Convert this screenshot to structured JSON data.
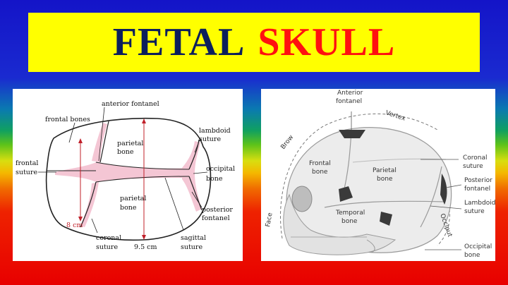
{
  "banner": {
    "title_part1": "FETAL",
    "title_part2": "SKULL"
  },
  "left_diagram": {
    "labels": {
      "frontal_bones": "frontal bones",
      "anterior_fontanel": "anterior fontanel",
      "lambdoid_1": "lambdoid",
      "lambdoid_2": "suture",
      "frontal_suture_1": "frontal",
      "frontal_suture_2": "suture",
      "parietal_top_1": "parietal",
      "parietal_top_2": "bone",
      "occipital_1": "occipital",
      "occipital_2": "bone",
      "parietal_bottom_1": "parietal",
      "parietal_bottom_2": "bone",
      "posterior_fontanel_1": "posterior",
      "posterior_fontanel_2": "fontanel",
      "measure_8cm": "8 cm",
      "coronal_1": "coronal",
      "coronal_2": "suture",
      "measure_95cm": "9.5 cm",
      "sagittal_1": "sagittal",
      "sagittal_2": "suture"
    },
    "colors": {
      "fontanel_fill": "#f4c6d4",
      "measure_line": "#c0202a",
      "outline": "#222222"
    }
  },
  "right_diagram": {
    "labels": {
      "anterior_fontanel_1": "Anterior",
      "anterior_fontanel_2": "fontanel",
      "vertex": "Vertex",
      "brow": "Brow",
      "coronal_1": "Coronal",
      "coronal_2": "suture",
      "frontal_1": "Frontal",
      "frontal_2": "bone",
      "parietal_1": "Parietal",
      "parietal_2": "bone",
      "posterior_fontanel_1": "Posterior",
      "posterior_fontanel_2": "fontanel",
      "lambdoid_1": "Lambdoid",
      "lambdoid_2": "suture",
      "temporal_1": "Temporal",
      "temporal_2": "bone",
      "face": "Face",
      "occiput": "Occiput",
      "occipital_1": "Occipital",
      "occipital_2": "bone"
    },
    "colors": {
      "bone_fill": "#ececec",
      "fontanel_fill": "#3a3a3a",
      "outline": "#9a9a9a"
    }
  }
}
